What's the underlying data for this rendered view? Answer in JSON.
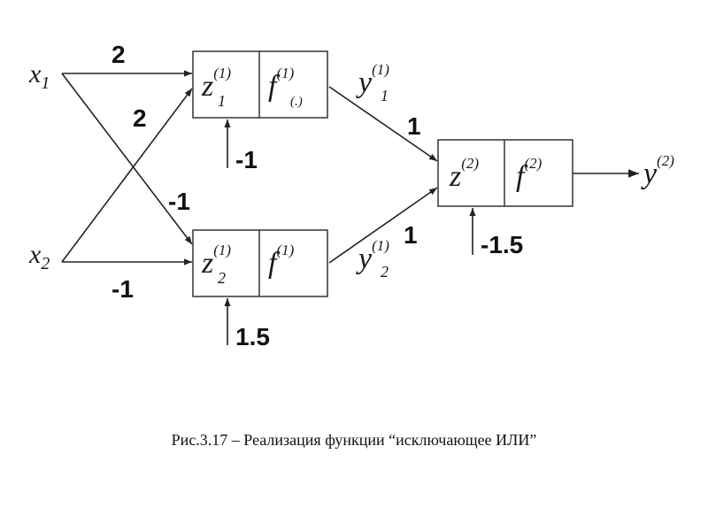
{
  "inputs": {
    "x1": {
      "base": "x",
      "sub": "1"
    },
    "x2": {
      "base": "x",
      "sub": "2"
    }
  },
  "weights": {
    "x1_n1": "2",
    "x2_n1": "2",
    "x1_n2": "-1",
    "x2_n2": "-1",
    "y1_out": "1",
    "y2_out": "1"
  },
  "biases": {
    "n1": "-1",
    "n2": "1.5",
    "out": "-1.5"
  },
  "neuron1": {
    "z": {
      "base": "z",
      "sup": "(1)",
      "sub": "1"
    },
    "f": {
      "base": "f",
      "sup": "(1)",
      "sub": "(.)"
    }
  },
  "neuron2": {
    "z": {
      "base": "z",
      "sup": "(1)",
      "sub": "2"
    },
    "f": {
      "base": "f",
      "sup": "(1)"
    }
  },
  "neuron_out": {
    "z": {
      "base": "z",
      "sup": "(2)"
    },
    "f": {
      "base": "f",
      "sup": "(2)"
    }
  },
  "outputs": {
    "y1": {
      "base": "y",
      "sup": "(1)",
      "sub": "1"
    },
    "y2": {
      "base": "y",
      "sup": "(1)",
      "sub": "2"
    },
    "y": {
      "base": "y",
      "sup": "(2)"
    }
  },
  "caption": "Рис.3.17 – Реализация функции “исключающее ИЛИ”"
}
